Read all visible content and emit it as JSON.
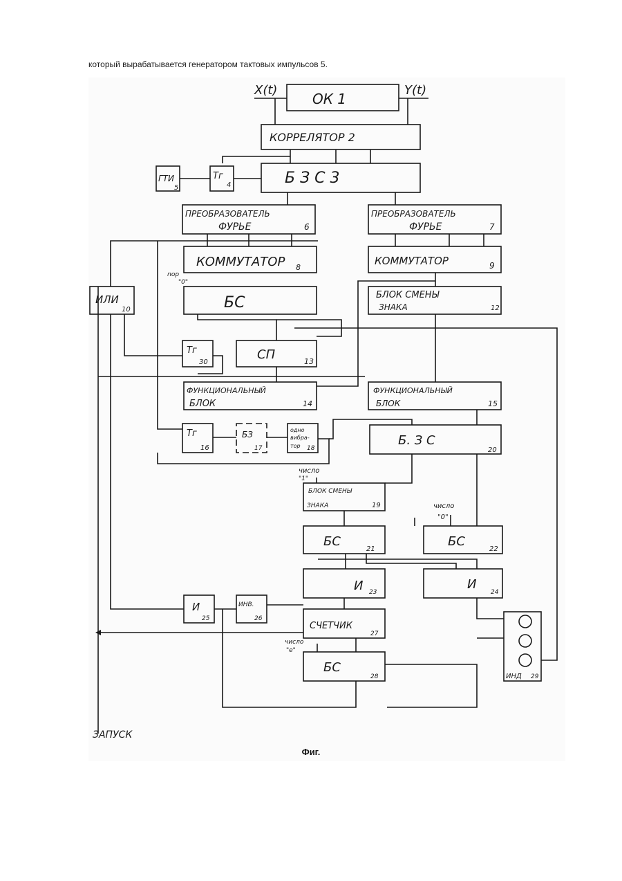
{
  "intro_text": "который вырабатывается генератором тактовых импульсов 5.",
  "caption": "Фиг.",
  "signals": {
    "x_in": "X(t)",
    "y_in": "Y(t)",
    "start": "ЗАПУСК"
  },
  "blocks": {
    "ok1": {
      "label": "ОК 1"
    },
    "correlator": {
      "label": "КОРРЕЛЯТОР 2"
    },
    "memory3": {
      "label": "Б З С 3"
    },
    "gti": {
      "label": "ГТИ",
      "num": "5"
    },
    "tr4": {
      "label": "Тг",
      "num": "4"
    },
    "fourier6": {
      "line1": "ПРЕОБРАЗОВАТЕЛЬ",
      "line2": "ФУРЬЕ",
      "num": "6"
    },
    "fourier7": {
      "line1": "ПРЕОБРАЗОВАТЕЛЬ",
      "line2": "ФУРЬЕ",
      "num": "7"
    },
    "commutator8": {
      "label": "КОММУТАТОР",
      "num": "8"
    },
    "commutator9": {
      "label": "КОММУТАТОР",
      "num": "9"
    },
    "or10": {
      "label": "ИЛИ",
      "num": "10"
    },
    "bs11": {
      "label": "БС"
    },
    "sign12": {
      "line1": "БЛОК СМЕНЫ",
      "line2": "ЗНАКА",
      "num": "12"
    },
    "sm13": {
      "label": "СП",
      "num": "13"
    },
    "func14": {
      "line1": "ФУНКЦИОНАЛЬНЫЙ",
      "line2": "БЛОК",
      "num": "14"
    },
    "func15": {
      "line1": "ФУНКЦИОНАЛЬНЫЙ",
      "line2": "БЛОК",
      "num": "15"
    },
    "tr16": {
      "label": "Тг",
      "num": "16"
    },
    "memory17": {
      "label": "БЗ",
      "num": "17"
    },
    "oneshot18": {
      "line1": "одно",
      "line2": "вибра-",
      "line3": "тор",
      "num": "18"
    },
    "sign19": {
      "line1": "БЛОК СМЕНЫ",
      "line2": "ЗНАКА",
      "num": "19"
    },
    "memory20": {
      "label": "Б. З С",
      "num": "20"
    },
    "bs21": {
      "label": "БС",
      "num": "21"
    },
    "bs22": {
      "label": "БС",
      "num": "22"
    },
    "and23": {
      "label": "И",
      "num": "23"
    },
    "and24": {
      "label": "И",
      "num": "24"
    },
    "and25": {
      "label": "И",
      "num": "25"
    },
    "inv26": {
      "label": "ИНВ.",
      "num": "26"
    },
    "counter27": {
      "label": "СЧЕТЧИК",
      "num": "27"
    },
    "bs28": {
      "label": "БС",
      "num": "28"
    },
    "ind29": {
      "label": "ИНД",
      "num": "29"
    },
    "tr30": {
      "label": "Тг",
      "num": "30"
    }
  },
  "constants": {
    "por0": {
      "line1": "пор",
      "line2": "\"0\""
    },
    "num1": {
      "line1": "число",
      "line2": "\"1\""
    },
    "num0": {
      "line1": "число",
      "line2": "\"0\""
    },
    "numE": {
      "line1": "число",
      "line2": "\"е\""
    }
  },
  "colors": {
    "ink": "#1a1a1a",
    "paper": "#fbfbfb"
  }
}
